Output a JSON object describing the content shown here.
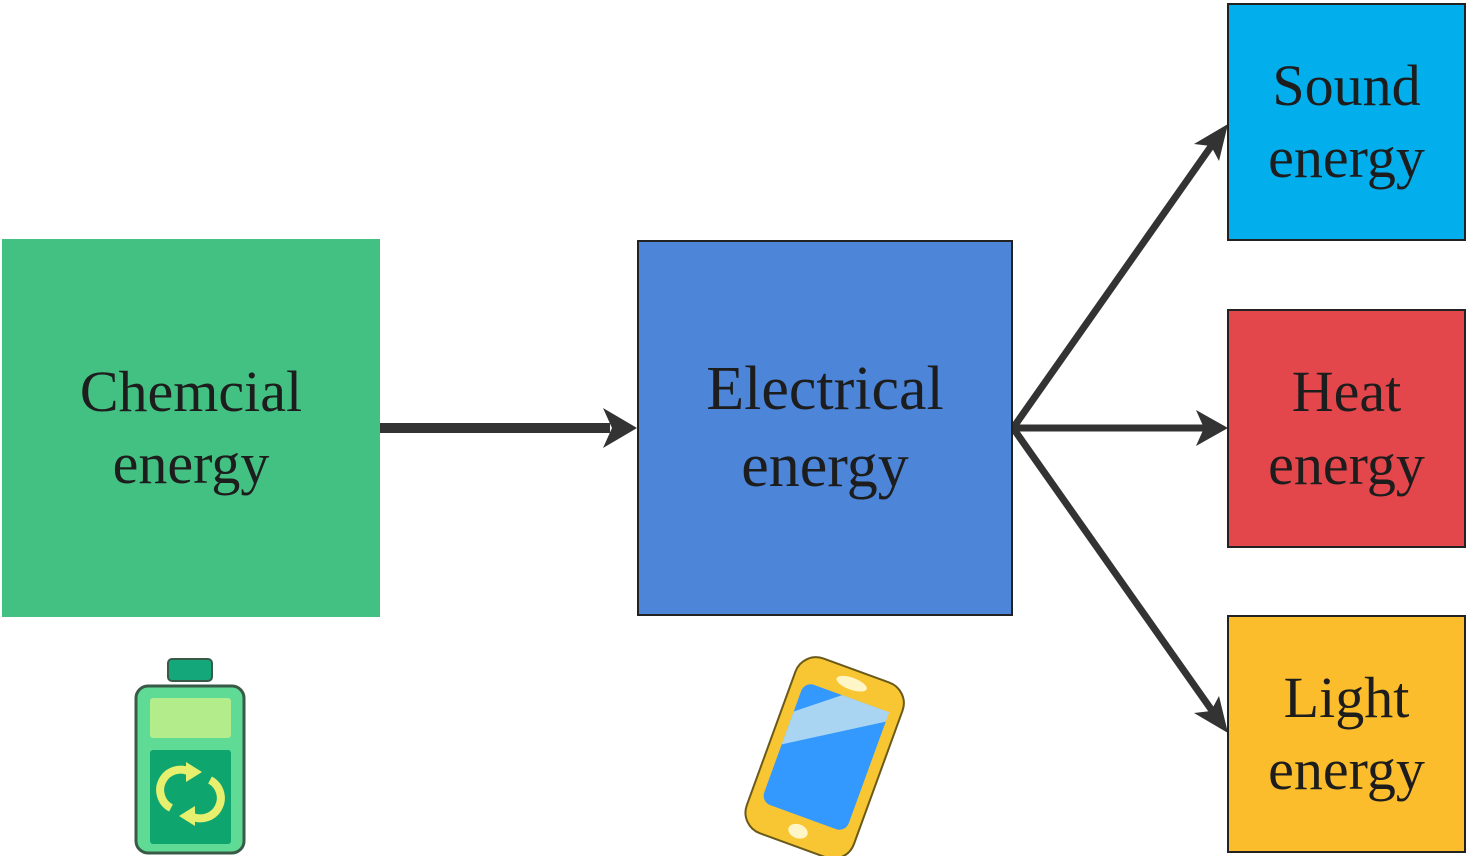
{
  "diagram": {
    "nodes": {
      "chemical": {
        "label": "Chemcial\nenergy",
        "color": "#43c183",
        "icon": "battery-icon"
      },
      "electrical": {
        "label": "Electrical\nenergy",
        "color": "#4d85d8",
        "icon": "smartphone-icon"
      },
      "sound": {
        "label": "Sound\nenergy",
        "color": "#02aeeb"
      },
      "heat": {
        "label": "Heat\nenergy",
        "color": "#e4474b"
      },
      "light": {
        "label": "Light\nenergy",
        "color": "#fbbd2c"
      }
    },
    "edges": [
      {
        "from": "chemical",
        "to": "electrical"
      },
      {
        "from": "electrical",
        "to": "sound"
      },
      {
        "from": "electrical",
        "to": "heat"
      },
      {
        "from": "electrical",
        "to": "light"
      }
    ],
    "arrow_color": "#333333"
  }
}
